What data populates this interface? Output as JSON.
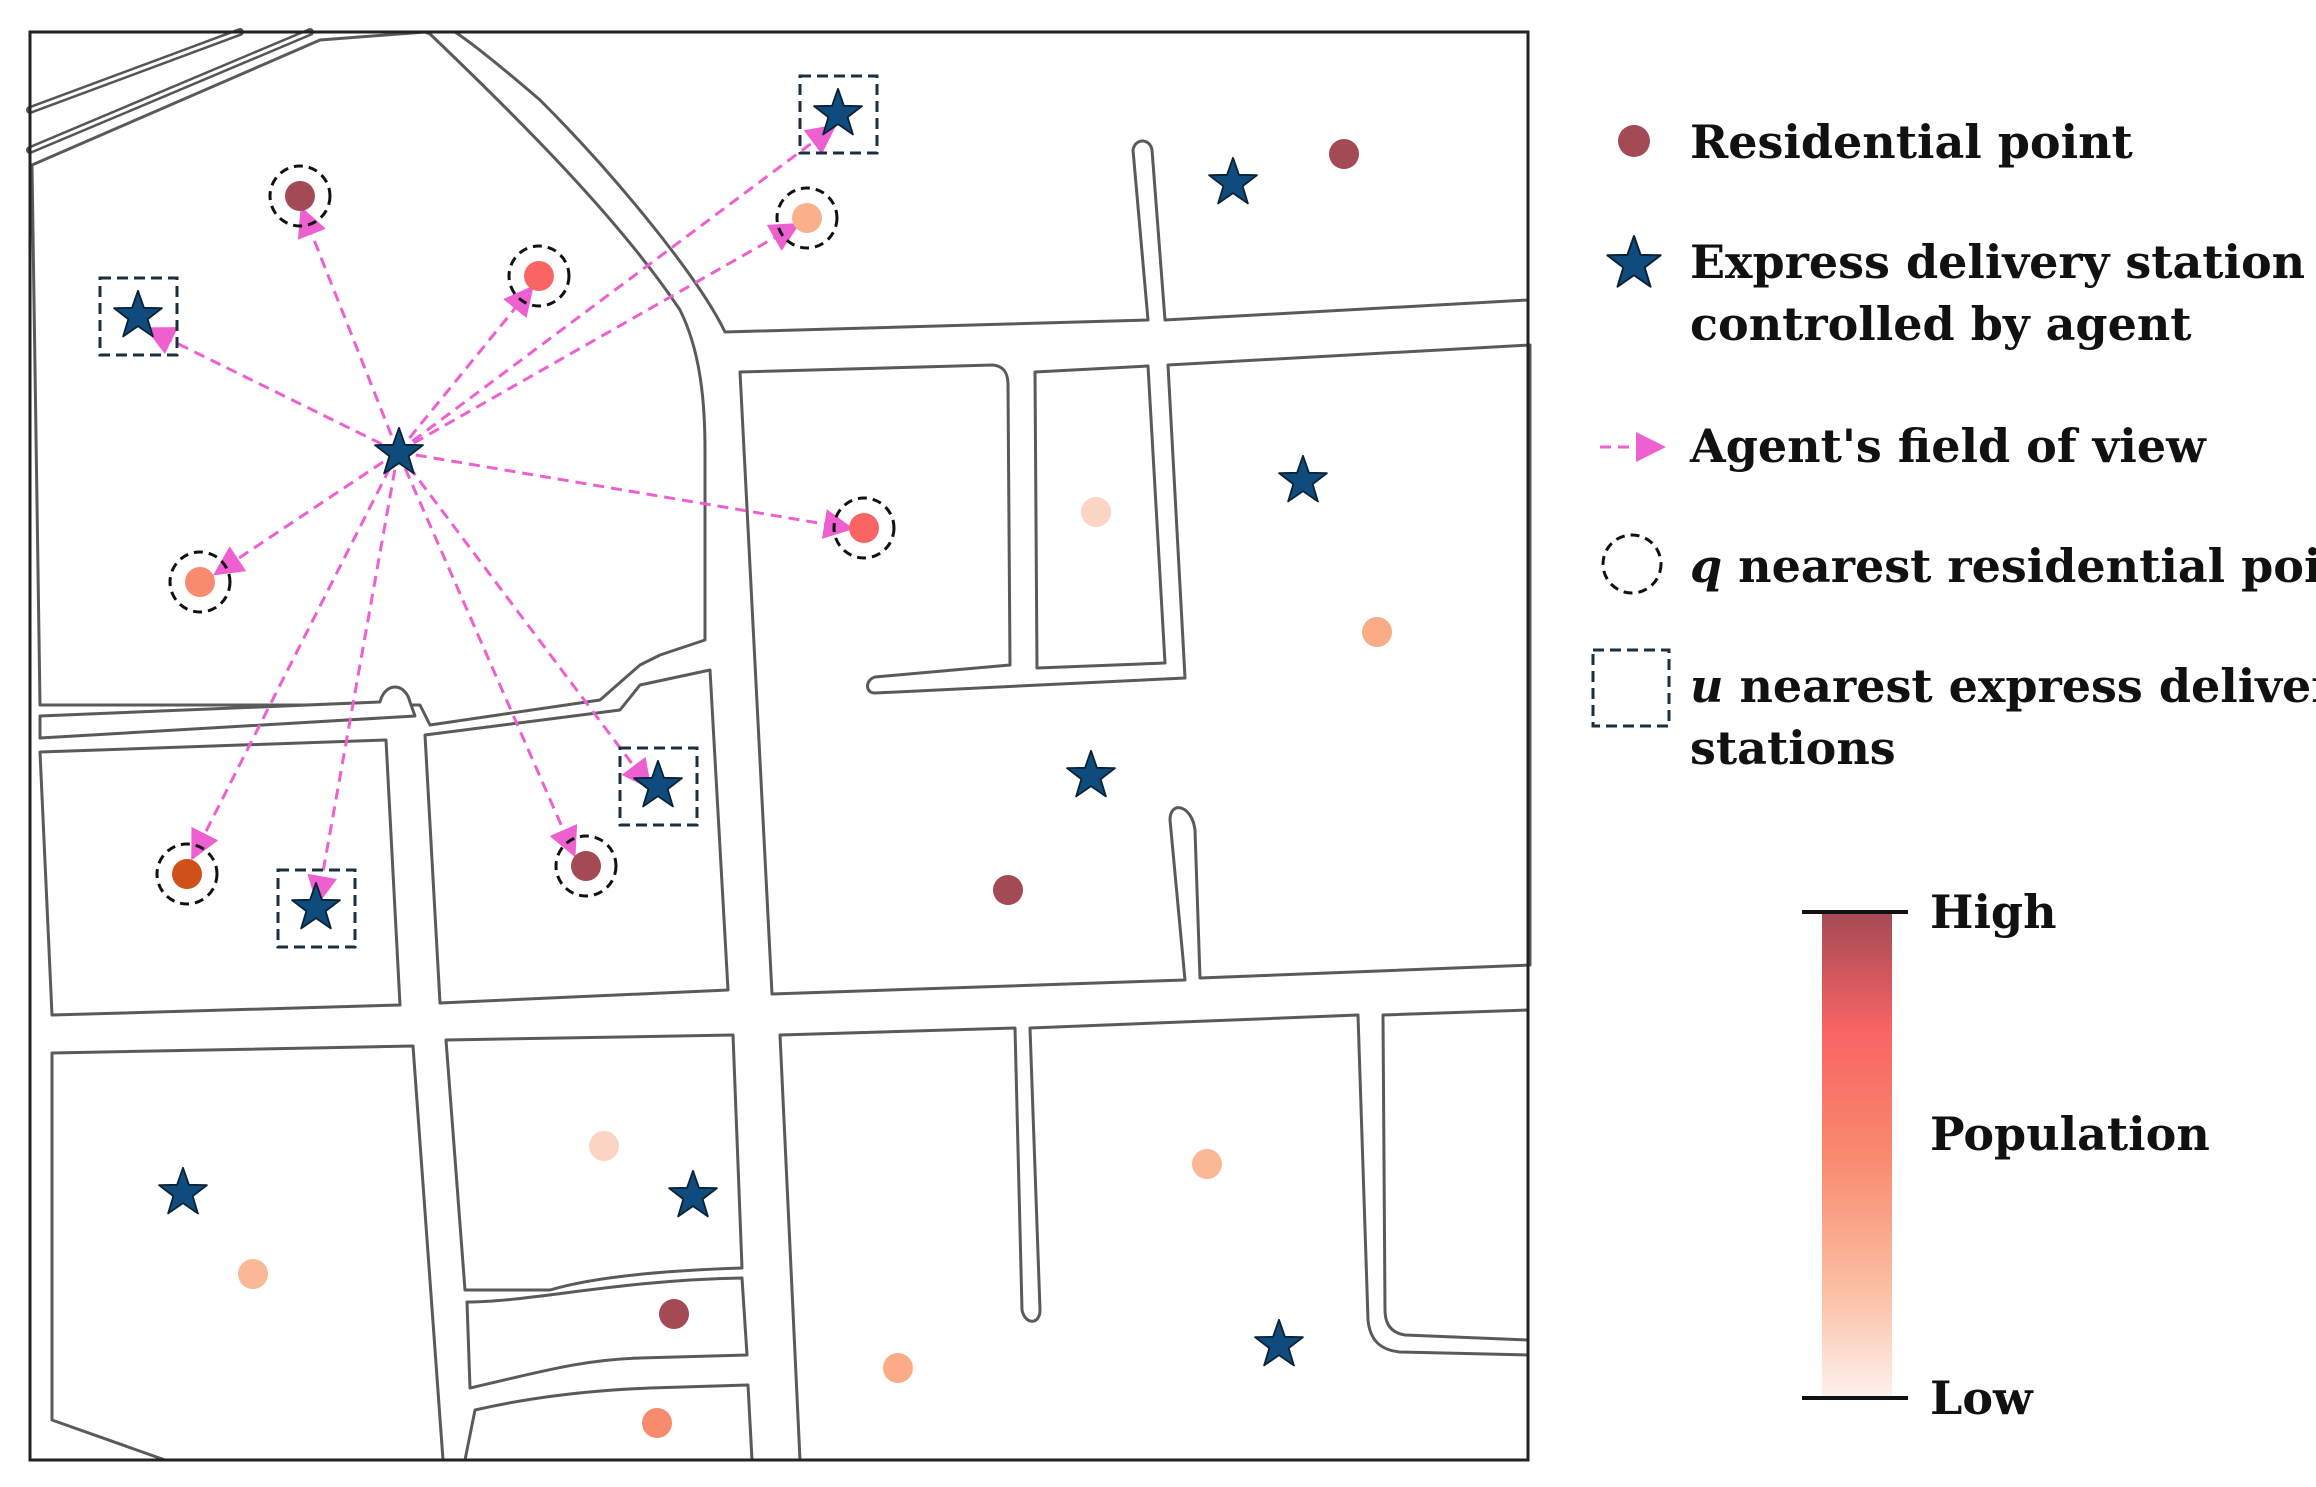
{
  "legend": {
    "residential_point": "Residential point",
    "express_station_line1": "Express delivery station",
    "express_station_line2": "controlled by agent",
    "field_of_view": "Agent's field of view",
    "q_symbol": "q",
    "q_text": " nearest residential points",
    "u_symbol": "u",
    "u_text_line1": " nearest express delivery",
    "u_text_line2": "stations"
  },
  "color_scale": {
    "high_label": "High",
    "mid_label": "Population",
    "low_label": "Low",
    "high_color": "#a44a55",
    "mid_color": "#f96563",
    "low_color": "#fdf3ef"
  },
  "colors": {
    "station": "#0f4c7d",
    "field_of_view": "#ee5fd0",
    "road_edge": "#555555",
    "frame": "#222222"
  },
  "icons": {
    "residential_point": "filled-circle",
    "station": "star",
    "field_of_view": "dashed-arrow",
    "q_nearest": "dashed-circle",
    "u_nearest": "dashed-square"
  }
}
